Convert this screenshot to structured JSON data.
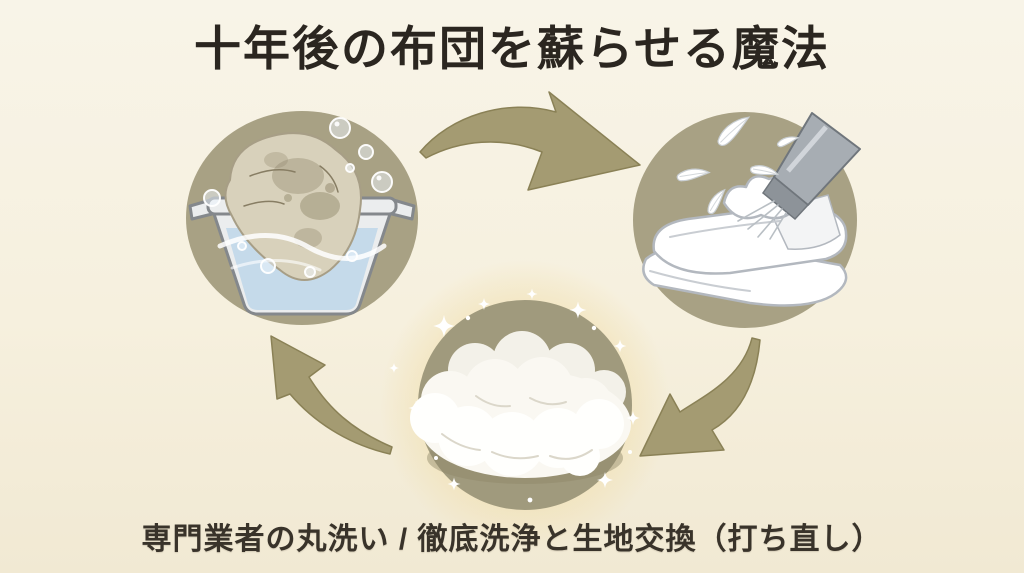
{
  "title": {
    "text": "十年後の布団を蘇らせる魔法"
  },
  "caption": {
    "text": "専門業者の丸洗い / 徹底洗浄と生地交換（打ち直し）"
  },
  "cycle": {
    "steps": [
      {
        "id": "wash",
        "icon": "dirty-futon-in-washing-tub-illustration"
      },
      {
        "id": "refill",
        "icon": "folded-futon-feather-refill-nozzle-illustration"
      },
      {
        "id": "finished",
        "icon": "fluffy-restored-futon-with-sparkles-illustration"
      }
    ],
    "arrows": [
      {
        "id": "wash-to-refill",
        "icon": "curved-arrow-right-icon"
      },
      {
        "id": "refill-to-finished",
        "icon": "curved-arrow-down-left-icon"
      },
      {
        "id": "finished-to-wash",
        "icon": "curved-arrow-up-left-icon"
      }
    ]
  },
  "colors": {
    "background_top": "#f8f4e8",
    "background_bottom": "#f1e9d3",
    "circle": "#a8a184",
    "circle_dark": "#a09a7d",
    "arrow": "#a49b72",
    "arrow_outline": "#8a8156",
    "glow": "#f0dca4",
    "water": "#c5daea",
    "tub": "#ebedee",
    "tub_outline": "#84888c",
    "dirty_futon": "#d8d1bb",
    "futon_outline": "#a79e86",
    "stain": "#8f8569",
    "fold_outline": "#b3b8bf",
    "nozzle": "#a7adb3",
    "title_text": "#2b2620",
    "caption_text": "#39332a"
  }
}
